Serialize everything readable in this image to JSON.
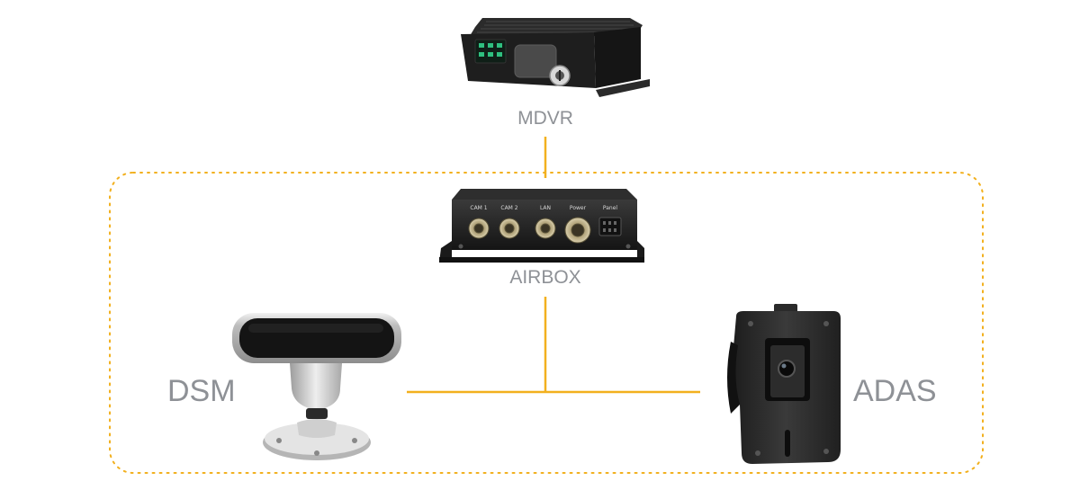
{
  "diagram": {
    "nodes": {
      "mdvr": {
        "label": "MDVR"
      },
      "airbox": {
        "label": "AIRBOX",
        "ports": [
          "CAM 1",
          "CAM 2",
          "LAN",
          "Power",
          "Panel"
        ]
      },
      "dsm": {
        "label": "DSM"
      },
      "adas": {
        "label": "ADAS"
      }
    },
    "edges": [
      {
        "from": "mdvr",
        "to": "airbox"
      },
      {
        "from": "airbox",
        "to": "dsm"
      },
      {
        "from": "airbox",
        "to": "adas"
      }
    ],
    "group": {
      "members": [
        "airbox",
        "dsm",
        "adas"
      ],
      "border": "dotted"
    }
  },
  "colors": {
    "connector": "#f2b01e",
    "label": "#8e9196",
    "device_body": "#222222",
    "port_metal": "#9a8f6f"
  }
}
